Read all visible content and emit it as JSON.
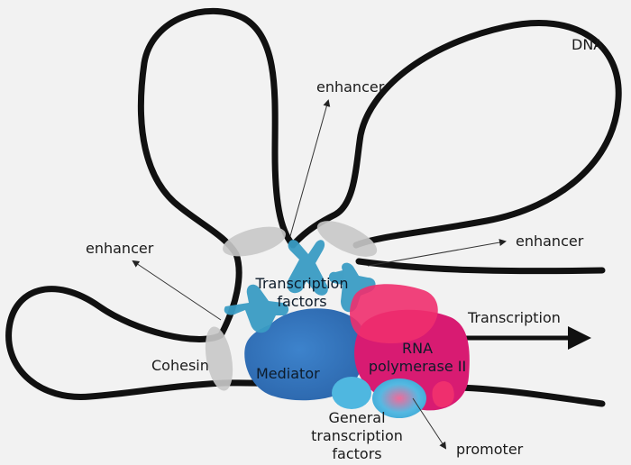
{
  "labels": {
    "dna": "DNA",
    "enhancer_top": "enhancer",
    "enhancer_left": "enhancer",
    "enhancer_right": "enhancer",
    "transcription_factors": [
      "Transcription",
      "factors"
    ],
    "transcription": "Transcription",
    "cohesin": "Cohesin",
    "mediator": "Mediator",
    "rna_polymerase": [
      "RNA",
      "polymerase II"
    ],
    "general_tf": [
      "General",
      "transcription",
      "factors"
    ],
    "promoter": "promoter"
  },
  "colors": {
    "background": "#f2f2f2",
    "dna": "#111111",
    "cohesin": "#c8c8c8",
    "mediator": "#2f6fb8",
    "transcription_factor": "#3a9cc4",
    "rna_polymerase": "#d81b72",
    "general_tf": "#4fb7e0"
  }
}
